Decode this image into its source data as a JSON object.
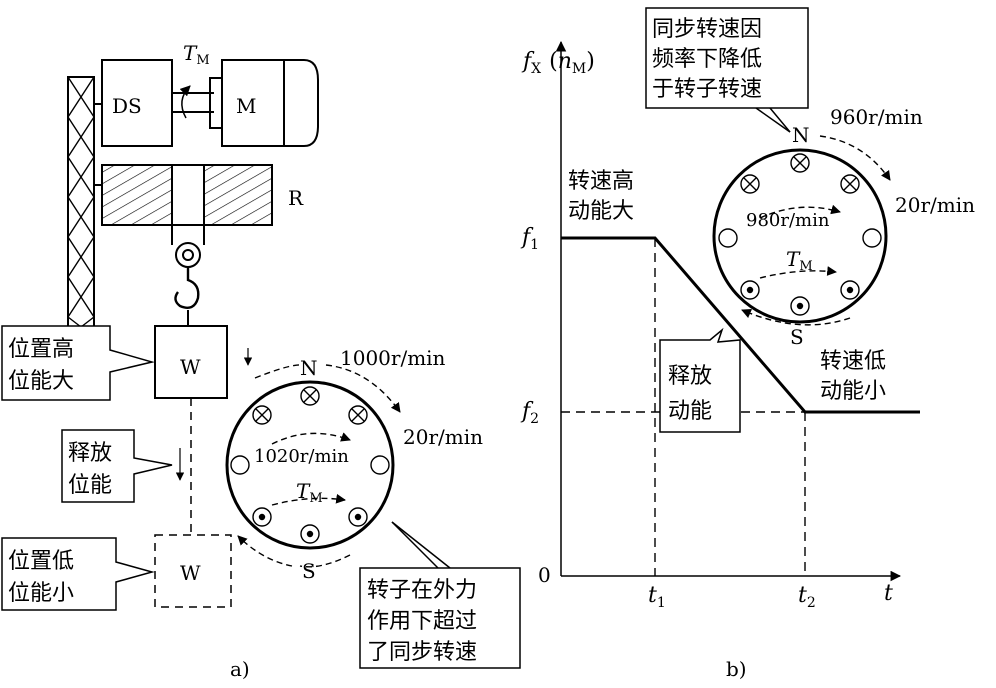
{
  "part_a": {
    "label": "a)",
    "box_ds": "DS",
    "box_m": "M",
    "label_r": "R",
    "torque": {
      "sym": "T",
      "sub": "M"
    },
    "weight_top": "W",
    "weight_bottom": "W",
    "callout_high": [
      "位置高",
      "位能大"
    ],
    "callout_release": [
      "释放",
      "位能"
    ],
    "callout_low": [
      "位置低",
      "位能小"
    ],
    "callout_rotor": [
      "转子在外力",
      "作用下超过",
      "了同步转速"
    ],
    "rotor": {
      "pole_n": "N",
      "pole_s": "S",
      "speed_field": "1000r/min",
      "speed_rotor": "1020r/min",
      "speed_slip": "20r/min",
      "torque": {
        "sym": "T",
        "sub": "M"
      }
    }
  },
  "part_b": {
    "label": "b)",
    "y_axis": {
      "sym": "f",
      "sub": "X",
      "paren_sym": "n",
      "paren_sub": "M"
    },
    "x_axis": "t",
    "origin": "0",
    "y_ticks": [
      {
        "sym": "f",
        "sub": "1"
      },
      {
        "sym": "f",
        "sub": "2"
      }
    ],
    "x_ticks": [
      {
        "sym": "t",
        "sub": "1"
      },
      {
        "sym": "t",
        "sub": "2"
      }
    ],
    "callout_high": [
      "转速高",
      "动能大"
    ],
    "callout_low": [
      "转速低",
      "动能小"
    ],
    "callout_release": [
      "释放",
      "动能"
    ],
    "callout_sync": [
      "同步转速因",
      "频率下降低",
      "于转子转速"
    ],
    "rotor": {
      "pole_n": "N",
      "pole_s": "S",
      "speed_field": "960r/min",
      "speed_rotor": "980r/min",
      "speed_slip": "20r/min",
      "torque": {
        "sym": "T",
        "sub": "M"
      }
    }
  }
}
